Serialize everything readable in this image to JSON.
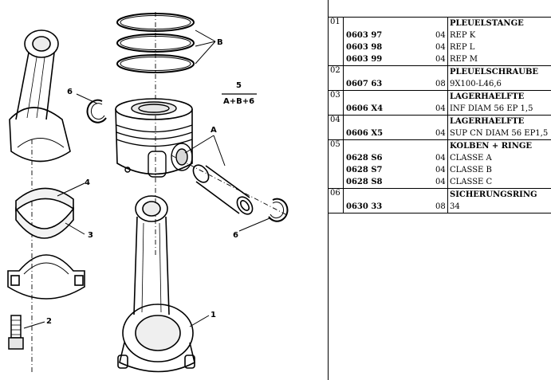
{
  "diagram": {
    "callouts": {
      "c1": "1",
      "c2": "2",
      "c3": "3",
      "c4": "4",
      "c5": "5",
      "c6a": "6",
      "c6b": "6",
      "cA": "A",
      "cB": "B",
      "formula": "A+B+6"
    }
  },
  "groups": [
    {
      "num": "01",
      "label": "PLEUELSTANGE",
      "rows": [
        {
          "ref": "0603 97",
          "qty": "04",
          "desc": "REP K"
        },
        {
          "ref": "0603 98",
          "qty": "04",
          "desc": "REP L"
        },
        {
          "ref": "0603 99",
          "qty": "04",
          "desc": "REP M"
        }
      ]
    },
    {
      "num": "02",
      "label": "PLEUELSCHRAUBE",
      "rows": [
        {
          "ref": "0607 63",
          "qty": "08",
          "desc": "9X100-L46,6"
        }
      ]
    },
    {
      "num": "03",
      "label": "LAGERHAELFTE",
      "rows": [
        {
          "ref": "0606 X4",
          "qty": "04",
          "desc": "INF DIAM 56 EP 1,5"
        }
      ]
    },
    {
      "num": "04",
      "label": "LAGERHAELFTE",
      "rows": [
        {
          "ref": "0606 X5",
          "qty": "04",
          "desc": "SUP CN DIAM 56 EP1,5"
        }
      ]
    },
    {
      "num": "05",
      "label": "KOLBEN + RINGE",
      "rows": [
        {
          "ref": "0628 S6",
          "qty": "04",
          "desc": "CLASSE A"
        },
        {
          "ref": "0628 S7",
          "qty": "04",
          "desc": "CLASSE B"
        },
        {
          "ref": "0628 S8",
          "qty": "04",
          "desc": "CLASSE C"
        }
      ]
    },
    {
      "num": "06",
      "label": "SICHERUNGSRING",
      "rows": [
        {
          "ref": "0630 33",
          "qty": "08",
          "desc": "34"
        }
      ]
    }
  ]
}
